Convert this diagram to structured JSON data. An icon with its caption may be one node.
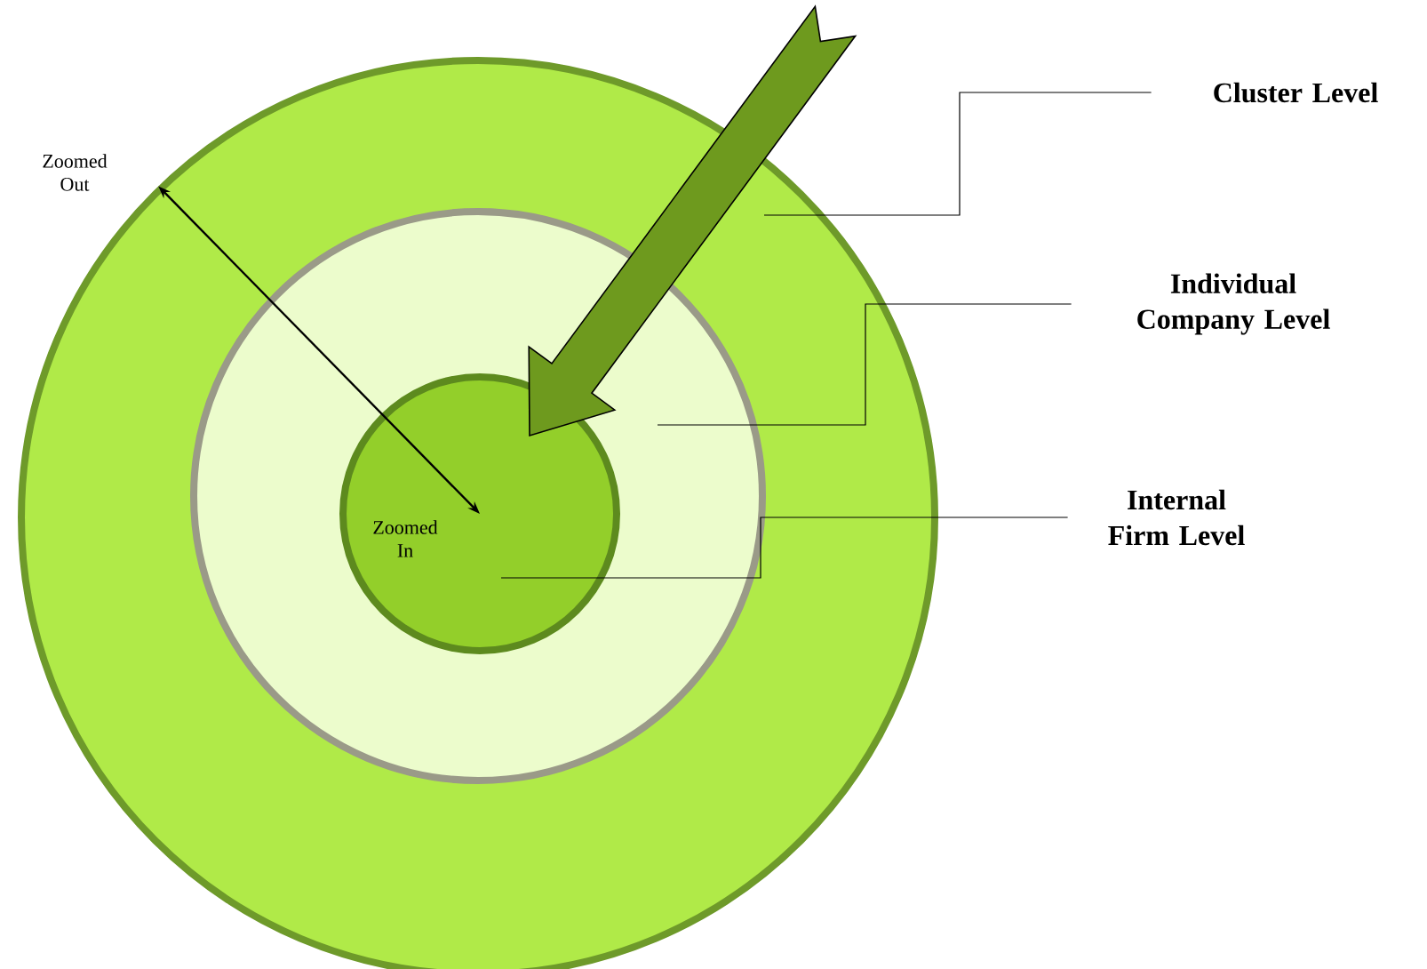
{
  "diagram": {
    "nodes": [
      {
        "text": [],
        "shape": "circle"
      },
      {
        "text": [],
        "shape": "circle",
        "in": 0
      },
      {
        "text": [
          "Zoomed In"
        ],
        "in": 1
      },
      {
        "text": [
          "Cluster Level"
        ]
      },
      {
        "text": [
          "Individual Company Level"
        ]
      },
      {
        "text": [
          "Internal Firm Level"
        ]
      }
    ],
    "edges": [
      {
        "from": null,
        "to": 2,
        "arrow": "to",
        "style": "thick",
        "color": "#6e9a1e"
      },
      {
        "from": 3,
        "to": 0,
        "arrow": "none"
      },
      {
        "from": 4,
        "to": 1,
        "arrow": "none"
      },
      {
        "from": 5,
        "to": 2,
        "arrow": "none"
      },
      {
        "from": 0,
        "to": 2,
        "arrow": "both"
      }
    ],
    "labels": [
      "Zoomed Out"
    ]
  }
}
